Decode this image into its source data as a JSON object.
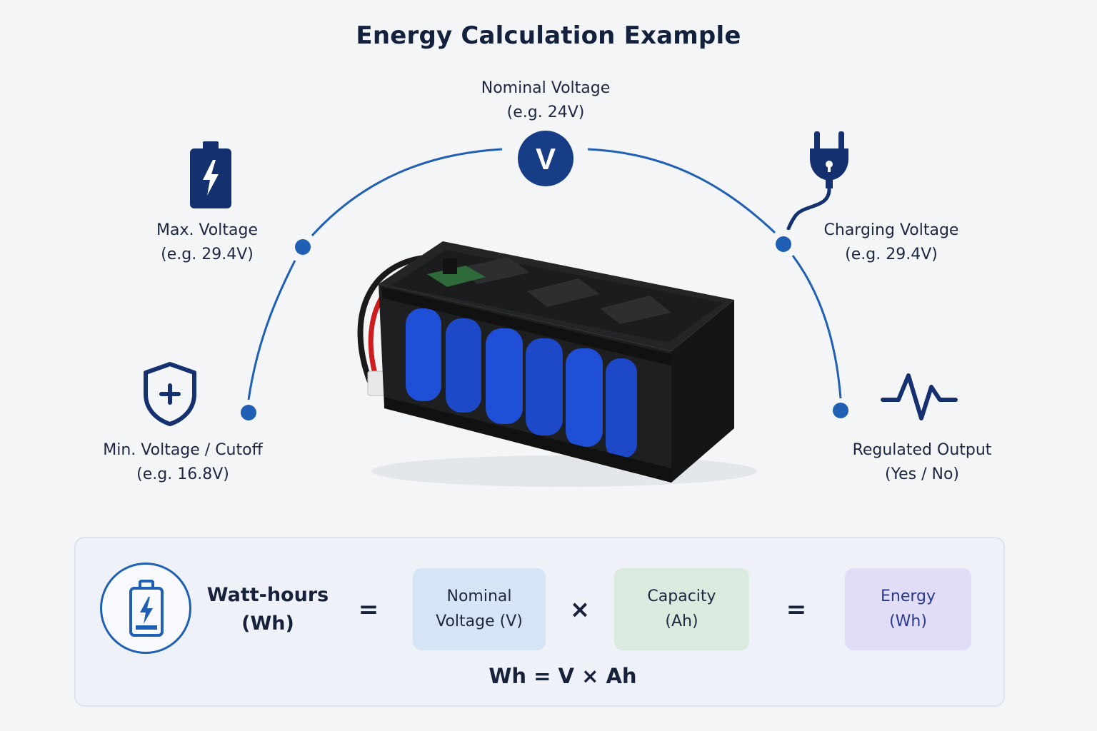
{
  "title": "Energy Calculation Example",
  "nodes": {
    "nominal": {
      "line1": "Nominal Voltage",
      "line2": "(e.g. 24V)",
      "badge": "V"
    },
    "max": {
      "line1": "Max. Voltage",
      "line2": "(e.g. 29.4V)"
    },
    "min": {
      "line1": "Min. Voltage / Cutoff",
      "line2": "(e.g. 16.8V)"
    },
    "charging": {
      "line1": "Charging Voltage",
      "line2": "(e.g. 29.4V)"
    },
    "regulated": {
      "line1": "Regulated Output",
      "line2": "(Yes / No)"
    }
  },
  "formula_panel": {
    "lhs_line1": "Watt-hours",
    "lhs_line2": "(Wh)",
    "equals": "=",
    "times": "×",
    "term_voltage": {
      "line1": "Nominal",
      "line2": "Voltage (V)"
    },
    "term_capacity": {
      "line1": "Capacity",
      "line2": "(Ah)"
    },
    "term_energy": {
      "line1": "Energy",
      "line2": "(Wh)"
    },
    "formula": "Wh = V × Ah"
  },
  "icons": {
    "max": "battery-charging-icon",
    "min": "shield-plus-icon",
    "charging": "plug-icon",
    "regulated": "waveform-icon",
    "nominal": "voltage-badge-icon",
    "panel": "battery-outline-icon"
  },
  "colors": {
    "arc": "#1f5fb4",
    "dark_navy": "#15306f",
    "badge": "#163d86",
    "voltage_box": "#d6e5f6",
    "capacity_box": "#dbeadf",
    "energy_box": "#e1ddf7",
    "cell_blue": "#1f4fd6"
  }
}
